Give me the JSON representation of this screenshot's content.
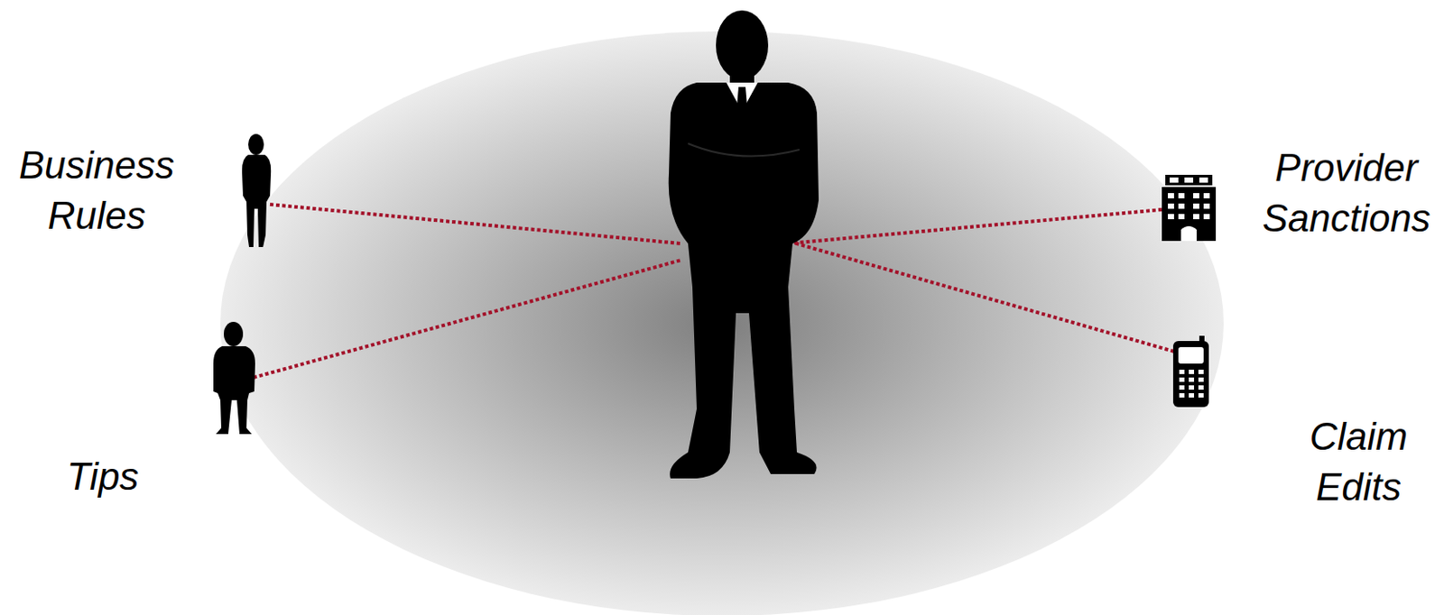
{
  "diagram": {
    "labels": [
      "Business Rules",
      "Tips",
      "Provider Sanctions",
      "Claim Edits"
    ]
  }
}
